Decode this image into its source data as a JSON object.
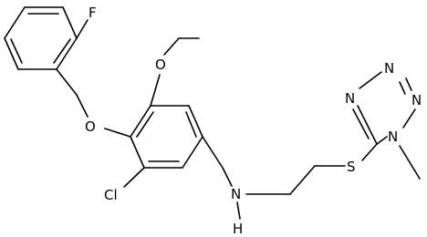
{
  "molecule": {
    "atoms": {
      "fluorine": "F",
      "ether_oxygen": "O",
      "methoxy_oxygen": "O",
      "chlorine": "Cl",
      "amine_n": "N",
      "amine_h": "H",
      "sulfur": "S",
      "tetrazole_n1": "N",
      "tetrazole_n2": "N",
      "tetrazole_n3": "N",
      "tetrazole_n4": "N"
    }
  }
}
